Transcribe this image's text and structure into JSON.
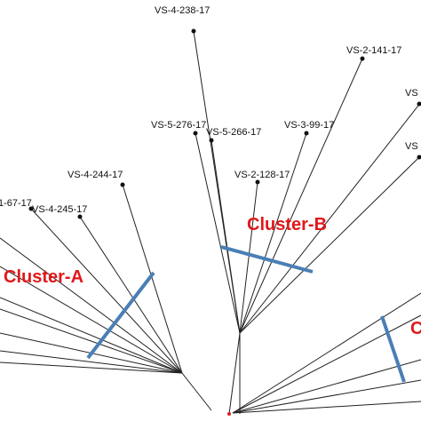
{
  "colors": {
    "branch": "#222222",
    "node": "#111111",
    "root": "#d62020",
    "cluster_label": "#e0191b",
    "cluster_bar": "#4a7fb5"
  },
  "leaves": [
    {
      "id": "leaf-vs-4-238-17",
      "label": "VS-4-238-17"
    },
    {
      "id": "leaf-vs-2-141-17",
      "label": "VS-2-141-17"
    },
    {
      "id": "leaf-vs-edge-top",
      "label": "VS"
    },
    {
      "id": "leaf-vs-edge-mid",
      "label": "VS"
    },
    {
      "id": "leaf-vs-5-276-17",
      "label": "VS-5-276-17"
    },
    {
      "id": "leaf-vs-5-266-17",
      "label": "VS-5-266-17"
    },
    {
      "id": "leaf-vs-3-99-17",
      "label": "VS-3-99-17"
    },
    {
      "id": "leaf-vs-2-128-17",
      "label": "VS-2-128-17"
    },
    {
      "id": "leaf-vs-4-244-17",
      "label": "VS-4-244-17"
    },
    {
      "id": "leaf-vs-4-245-17",
      "label": "VS-4-245-17"
    },
    {
      "id": "leaf-1-67-17",
      "label": "1-67-17"
    }
  ],
  "clusters": [
    {
      "id": "cluster-a",
      "label": "Cluster-A"
    },
    {
      "id": "cluster-b",
      "label": "Cluster-B"
    },
    {
      "id": "cluster-c",
      "label": "C"
    }
  ]
}
